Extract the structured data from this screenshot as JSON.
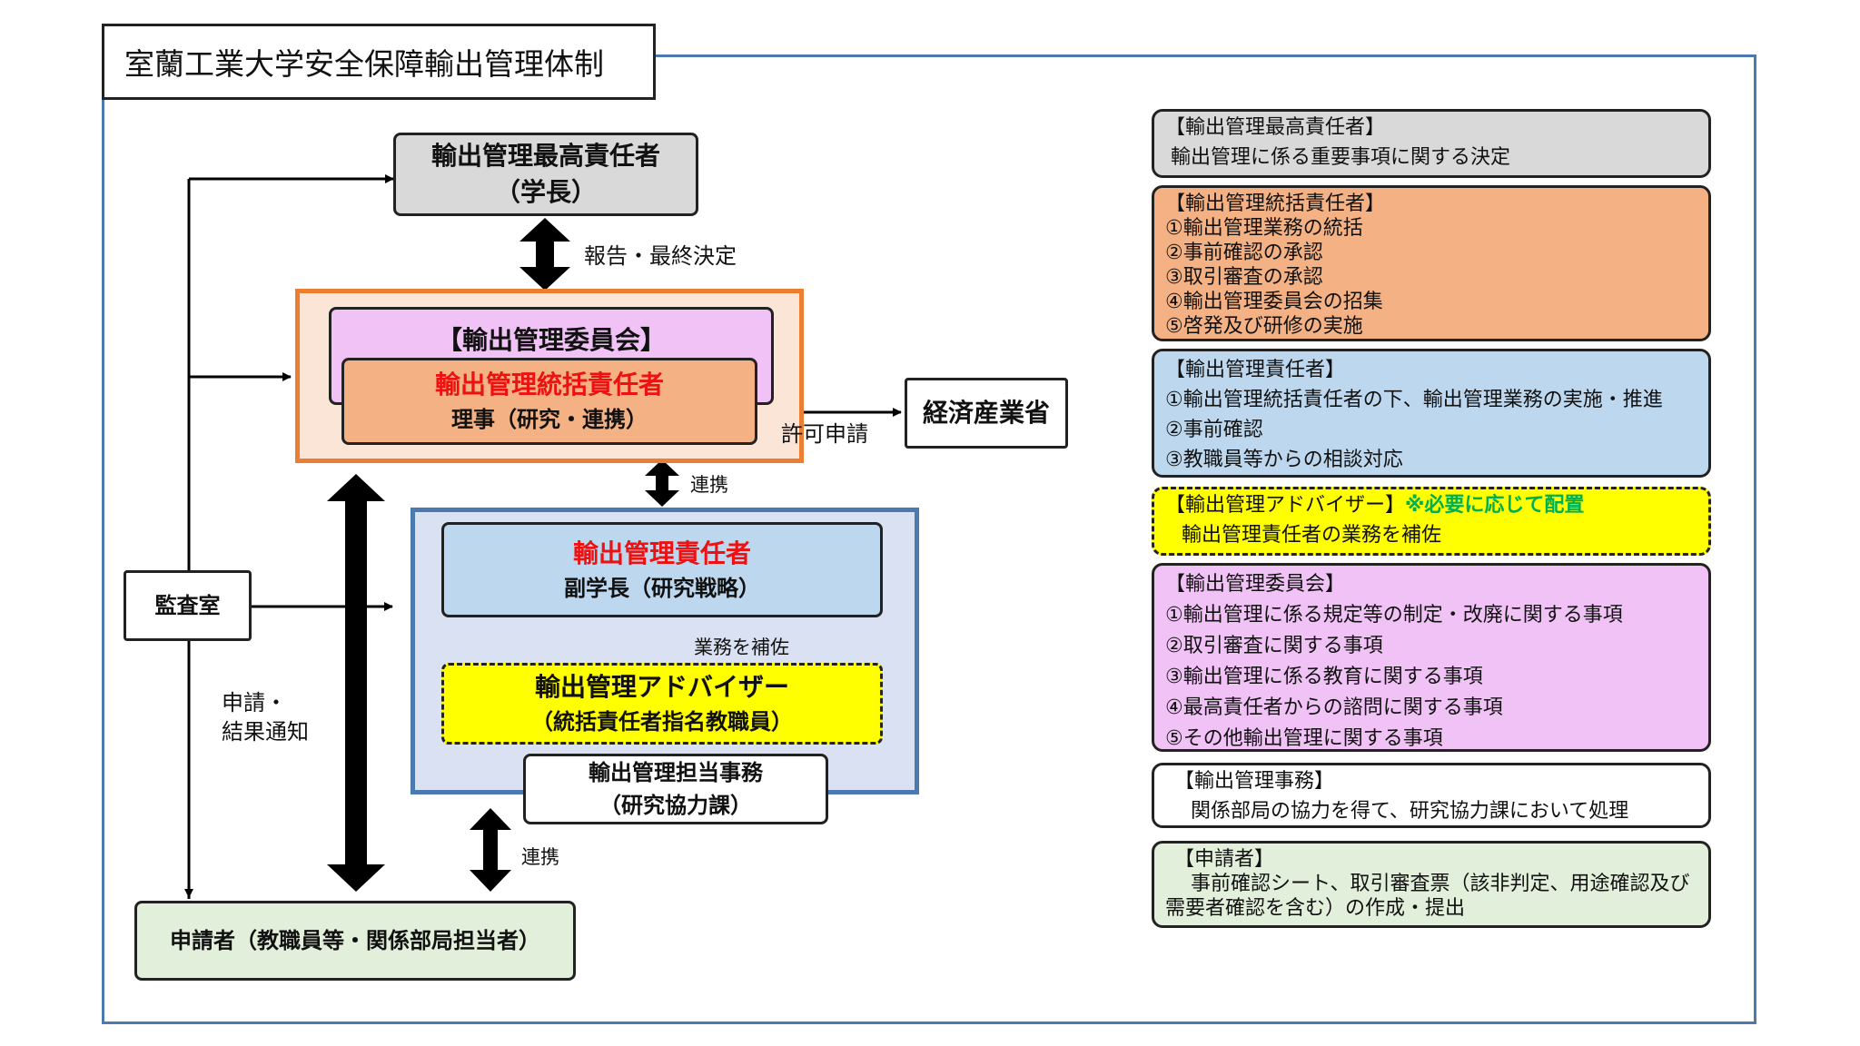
{
  "title": "室蘭工業大学安全保障輸出管理体制",
  "chart": {
    "supreme": {
      "name": "輸出管理最高責任者",
      "role": "（学長）"
    },
    "report_label": "報告・最終決定",
    "committee": {
      "name": "【輸出管理委員会】"
    },
    "general": {
      "name": "輸出管理統括責任者",
      "role": "理事（研究・連携）"
    },
    "meti": {
      "name": "経済産業省"
    },
    "permit_label": "許可申請",
    "coop_label_1": "連携",
    "manager": {
      "name": "輸出管理責任者",
      "role": "副学長（研究戦略）"
    },
    "assist_label": "業務を補佐",
    "advisor": {
      "name": "輸出管理アドバイザー",
      "role": "（統括責任者指名教職員）"
    },
    "office": {
      "name": "輸出管理担当事務",
      "role": "（研究協力課）"
    },
    "audit": {
      "name": "監査室"
    },
    "apply_label": [
      "申請・",
      "結果通知"
    ],
    "coop_label_2": "連携",
    "applicant": {
      "name": "申請者（教職員等・関係部局担当者）"
    }
  },
  "notes": [
    {
      "title": "【輸出管理最高責任者】",
      "lines": [
        "輸出管理に係る重要事項に関する決定"
      ],
      "bg": "#d9d9d9",
      "dashed": false
    },
    {
      "title": "【輸出管理統括責任者】",
      "lines": [
        "①輸出管理業務の統括",
        "②事前確認の承認",
        "③取引審査の承認",
        "④輸出管理委員会の招集",
        "⑤啓発及び研修の実施"
      ],
      "bg": "#f4b183",
      "dashed": false
    },
    {
      "title": "【輸出管理責任者】",
      "lines": [
        "①輸出管理統括責任者の下、輸出管理業務の実施・推進",
        "②事前確認",
        "③教職員等からの相談対応"
      ],
      "bg": "#bdd7ee",
      "dashed": false
    },
    {
      "title": "【輸出管理アドバイザー】",
      "title_note": "※必要に応じて配置",
      "lines": [
        "輸出管理責任者の業務を補佐"
      ],
      "bg": "#ffff00",
      "dashed": true,
      "note_color": "#00b050"
    },
    {
      "title": "【輸出管理委員会】",
      "lines": [
        "①輸出管理に係る規定等の制定・改廃に関する事項",
        "②取引審査に関する事項",
        "③輸出管理に係る教育に関する事項",
        "④最高責任者からの諮問に関する事項",
        "⑤その他輸出管理に関する事項"
      ],
      "bg": "#f1c2f5",
      "dashed": false
    },
    {
      "title": "【輸出管理事務】",
      "lines": [
        "関係部局の協力を得て、研究協力課において処理"
      ],
      "bg": "#ffffff",
      "dashed": false
    },
    {
      "title": "【申請者】",
      "lines": [
        "事前確認シート、取引審査票（該非判定、用途確認及び",
        "需要者確認を含む）の作成・提出"
      ],
      "bg": "#e2efda",
      "dashed": false
    }
  ]
}
